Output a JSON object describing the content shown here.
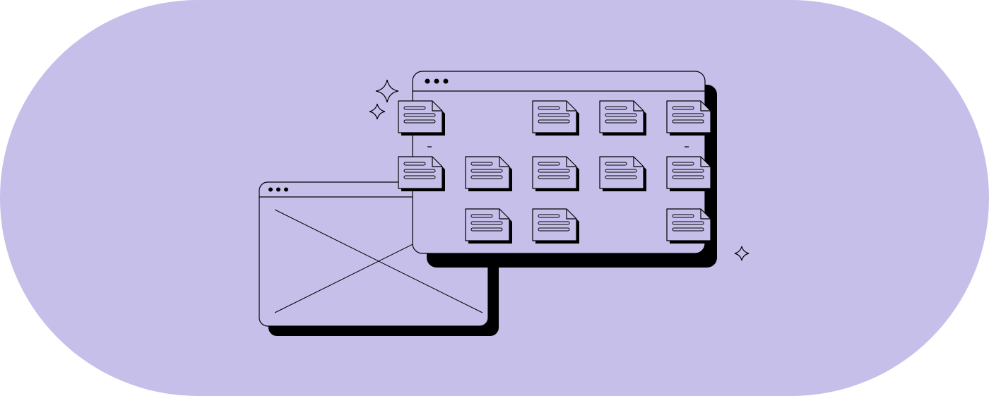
{
  "colors": {
    "background": "#ffffff",
    "pill": "#c5bfea",
    "ink": "#000000",
    "window_fill": "#c5bfea"
  },
  "illustration": {
    "subject": "file-manager-illustration",
    "front_window": {
      "controls_icon": "three-dots-icon",
      "file_icon": "document-file-icon",
      "file_grid": [
        [
          1,
          0,
          1,
          1,
          1
        ],
        [
          1,
          1,
          1,
          1,
          1
        ],
        [
          0,
          1,
          1,
          0,
          1
        ]
      ]
    },
    "back_window": {
      "controls_icon": "three-dots-icon",
      "placeholder_icon": "image-placeholder-icon"
    },
    "sparkles": [
      "sparkle-icon",
      "sparkle-icon",
      "sparkle-icon"
    ]
  }
}
